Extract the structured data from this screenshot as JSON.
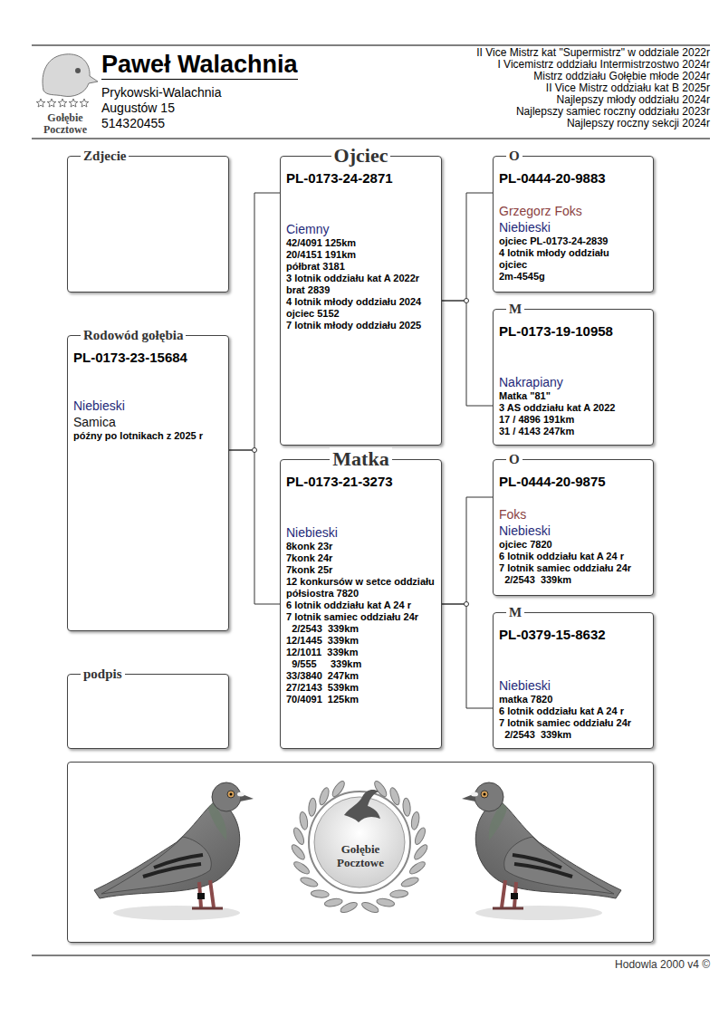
{
  "diagram": {
    "title": "Paweł Walachnia",
    "nodes": [
      {
        "text": [
          "Zdjecie"
        ]
      },
      {
        "text": [
          "Rodowód gołębia",
          "PL-0173-23-15684",
          "Niebieski",
          "Samica",
          "późny po lotnikach z 2025 r"
        ]
      },
      {
        "text": [
          "podpis"
        ]
      },
      {
        "text": [
          "Ojciec",
          "PL-0173-24-2871",
          "Ciemny",
          "42/4091 125km",
          "20/4151 191km",
          "półbrat 3181",
          "3 lotnik oddziału kat A 2022r",
          "brat 2839",
          "4 lotnik młody oddziału 2024",
          "ojciec 5152",
          "7 lotnik młody oddziału 2025"
        ]
      },
      {
        "text": [
          "Matka",
          "PL-0173-21-3273",
          "Niebieski",
          "8konk 23r",
          "7konk 24r",
          "7konk 25r",
          "12 konkursów w setce oddziału",
          "półsiostra 7820",
          "6 lotnik oddziału kat A 24 r",
          "7 lotnik samiec oddziału 24r",
          "  2/2543  339km",
          "12/1445  339km",
          "12/1011  339km",
          "  9/555     339km",
          "33/3840  247km",
          "27/2143  539km",
          "70/4091  125km"
        ]
      },
      {
        "text": [
          "O",
          "PL-0444-20-9883",
          "Grzegorz Foks",
          "Niebieski",
          "ojciec PL-0173-24-2839",
          "4 lotnik młody oddziału",
          "ojciec",
          "2m-4545g"
        ]
      },
      {
        "text": [
          "M",
          "PL-0173-19-10958",
          "Nakrapiany",
          "Matka \"81\"",
          "3 AS oddziału kat A 2022",
          "17 / 4896 191km",
          "31 / 4143 247km"
        ]
      },
      {
        "text": [
          "O",
          "PL-0444-20-9875",
          "Foks",
          "Niebieski",
          "ojciec 7820",
          "6 lotnik oddziału kat A 24 r",
          "7 lotnik samiec oddziału 24r",
          "  2/2543  339km"
        ]
      },
      {
        "text": [
          "M",
          "PL-0379-15-8632",
          "Niebieski",
          "matka 7820",
          "6 lotnik oddziału kat A 24 r",
          "7 lotnik samiec oddziału 24r",
          "  2/2543  339km"
        ]
      },
      {
        "text": [
          "Gołębie Pocztowe"
        ]
      }
    ],
    "edges": [
      {
        "from": 1,
        "to": 3,
        "arrow": "none"
      },
      {
        "from": 1,
        "to": 4,
        "arrow": "none"
      },
      {
        "from": 3,
        "to": 5,
        "arrow": "none"
      },
      {
        "from": 3,
        "to": 6,
        "arrow": "none"
      },
      {
        "from": 4,
        "to": 7,
        "arrow": "none"
      },
      {
        "from": 4,
        "to": 8,
        "arrow": "none"
      }
    ],
    "labels": [
      "Gołębie Pocztowe",
      "Prykowski-Walachnia",
      "Augustów 15",
      "514320455",
      "II Vice Mistrz kat \"Supermistrz\" w oddziale 2022r",
      "I Vicemistrz oddziału Intermistrzostwo 2024r",
      "Mistrz oddziału Gołębie młode 2024r",
      "II Vice Mistrz oddziału kat B 2025r",
      "Najlepszy młody oddziału 2024r",
      "Najlepszy samiec roczny oddziału 2023r",
      "Najlepszy roczny sekcji 2024r",
      "Hodowla 2000 v4 ©"
    ]
  }
}
